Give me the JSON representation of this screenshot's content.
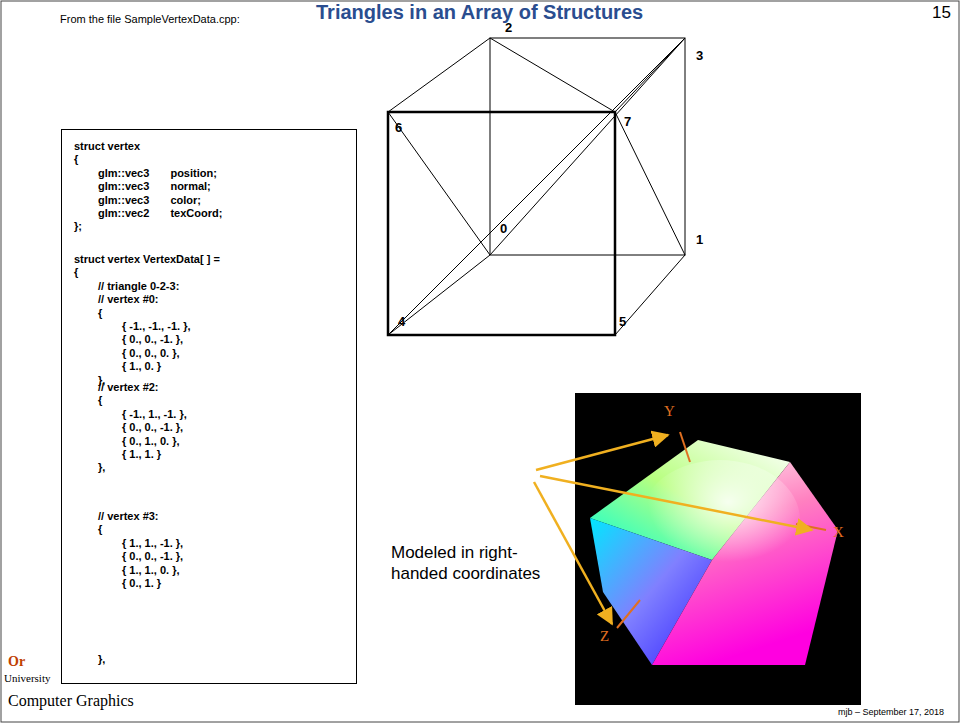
{
  "diagram": {
    "title": "Triangles in an Array of Structures",
    "nodes": [
      {
        "text": [
          "struct vertex",
          "{",
          "glm::vec3 position;",
          "glm::vec3 normal;",
          "glm::vec3 color;",
          "glm::vec2 texCoord;",
          "};",
          "struct vertex VertexData[ ] =",
          "{",
          "// triangle 0-2-3:",
          "// vertex #0:",
          "{",
          "{ -1., -1., -1. },",
          "{ 0., 0., -1. },",
          "{ 0., 0., 0. },",
          "{ 1., 0. }",
          "},",
          "// vertex #2:",
          "{",
          "{ -1., 1., -1. },",
          "{ 0., 0., -1. },",
          "{ 0., 1., 0. },",
          "{ 1., 1. }",
          "},",
          "// vertex #3:",
          "{",
          "{ 1., 1., -1. },",
          "{ 0., 0., -1. },",
          "{ 1., 1., 0. },",
          "{ 0., 1. }",
          "},"
        ]
      }
    ],
    "labels": [
      "15",
      "From the file SampleVertexData.cpp:",
      "2",
      "3",
      "6",
      "7",
      "0",
      "1",
      "4",
      "5",
      "Modeled in right-handed coordinates",
      "Y",
      "X",
      "Z",
      "Or",
      "University",
      "Computer Graphics",
      "mjb – September 17, 2018"
    ]
  }
}
